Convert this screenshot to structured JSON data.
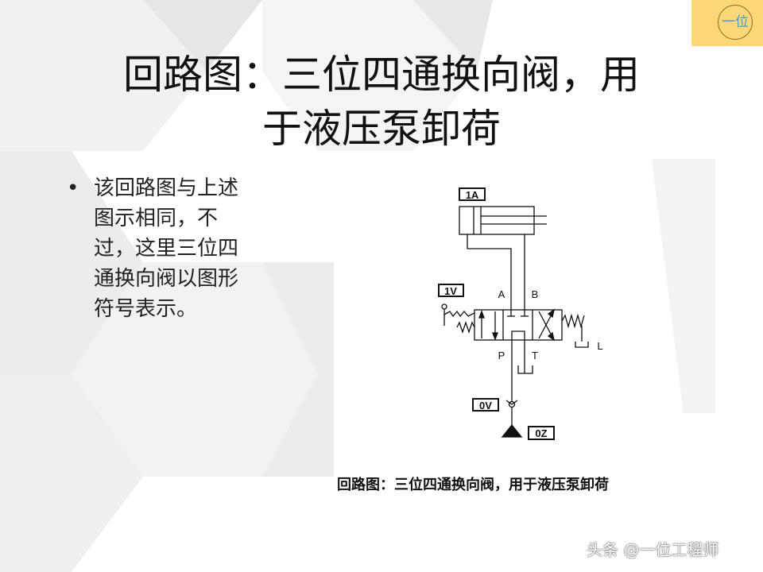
{
  "title_line1": "回路图：三位四通换向阀，用",
  "title_line2": "于液压泵卸荷",
  "bullet": "•",
  "body": "该回路图与上述图示相同，不过，这里三位四通换向阀以图形符号表示。",
  "badge": "一位",
  "diagram": {
    "cyl": "1A",
    "valve": "1V",
    "port_a": "A",
    "port_b": "B",
    "port_p": "P",
    "port_t": "T",
    "drain": "L",
    "check": "0V",
    "pump": "0Z"
  },
  "caption": "回路图：三位四通换向阀，用于液压泵卸荷",
  "watermark": "头条 @一位工程师"
}
